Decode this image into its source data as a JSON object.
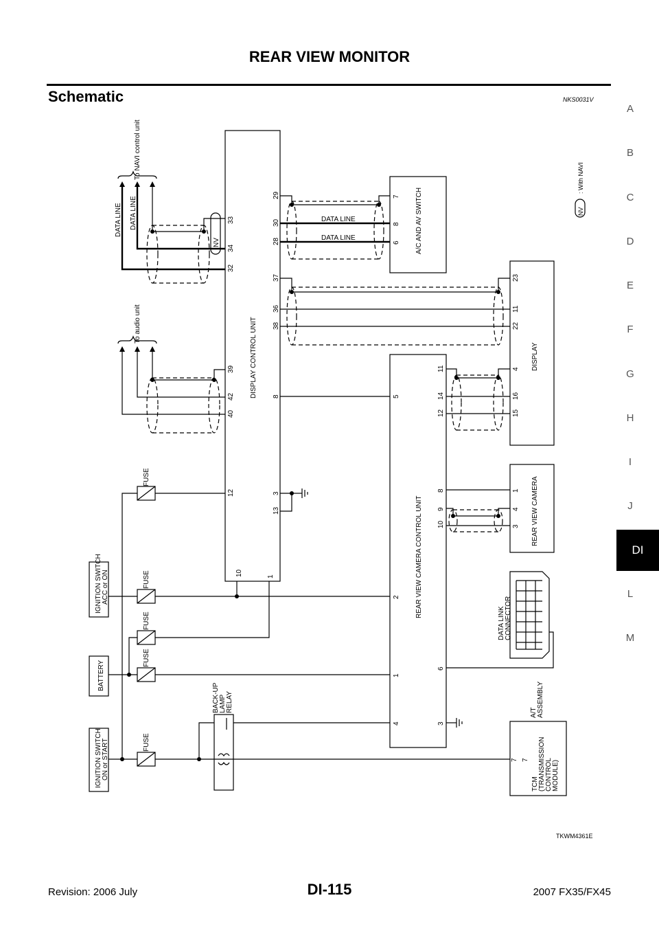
{
  "header": {
    "title": "REAR VIEW MONITOR"
  },
  "section": {
    "title": "Schematic",
    "code": "NKS0031V"
  },
  "side_tabs": [
    "A",
    "B",
    "C",
    "D",
    "E",
    "F",
    "G",
    "H",
    "I",
    "J",
    "DI",
    "L",
    "M"
  ],
  "active_tab": "DI",
  "diagram": {
    "to_navi": "To NAVI control unit",
    "to_audio": "To audio unit",
    "data_line": "DATA LINE",
    "nv": "NV",
    "nv_legend": ": With NAVI",
    "fuse": "FUSE",
    "ign_acc": [
      "IGNITION SWITCH",
      "ACC or ON"
    ],
    "battery": "BATTERY",
    "ign_on": [
      "IGNITION SWITCH",
      "ON or START"
    ],
    "backup_relay": [
      "BACK-UP",
      "LAMP",
      "RELAY"
    ],
    "dcu": "DISPLAY CONTROL UNIT",
    "av_switch": "A/C AND AV SWITCH",
    "display": "DISPLAY",
    "rvccu": "REAR VIEW CAMERA CONTROL UNIT",
    "camera": "REAR VIEW CAMERA",
    "dlc": [
      "DATA LINK",
      "CONNECTOR"
    ],
    "at_assembly": [
      "A/T",
      "ASSEMBLY"
    ],
    "tcm": [
      "TCM",
      "(TRANSMISSION",
      "CONTROL",
      "MODULE)"
    ],
    "pins": {
      "dcu_top": [
        "32",
        "34",
        "33",
        "40",
        "42",
        "39",
        "12",
        "10"
      ],
      "dcu_bottom": [
        "29",
        "30",
        "28",
        "37",
        "36",
        "38",
        "8",
        "3",
        "13",
        "1"
      ],
      "av": [
        "7",
        "8",
        "6"
      ],
      "disp_top": [
        "23",
        "11",
        "22",
        "4",
        "16",
        "15"
      ],
      "rv_top": [
        "5",
        "2",
        "1",
        "4"
      ],
      "rv_bottom": [
        "11",
        "14",
        "12",
        "8",
        "9",
        "10",
        "6",
        "3"
      ],
      "cam": [
        "1",
        "4",
        "3"
      ],
      "tcm": [
        "7",
        "7"
      ]
    }
  },
  "figure_code": "TKWM4361E",
  "footer": {
    "revision": "Revision: 2006 July",
    "page": "DI-115",
    "model": "2007 FX35/FX45"
  }
}
